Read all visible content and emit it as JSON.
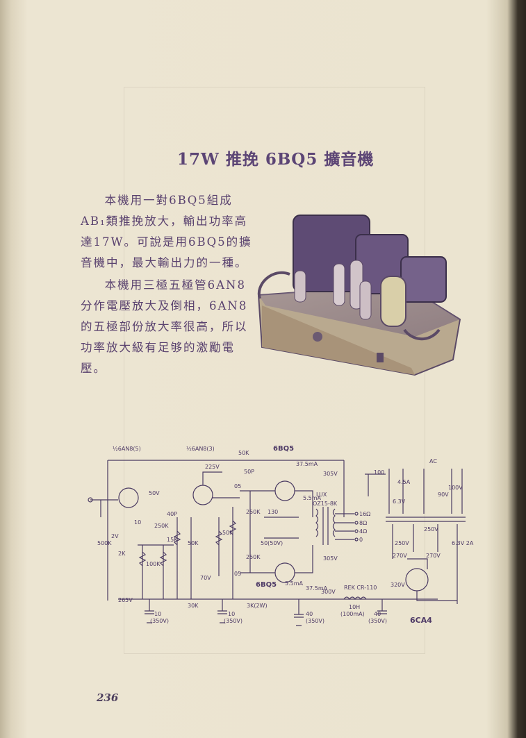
{
  "title": "17W 推挽 6BQ5 擴音機",
  "para1": "本機用一對6BQ5組成AB₁類推挽放大，輸出功率高達17W。可說是用6BQ5的擴音機中，最大輸出力的一種。",
  "para2": "本機用三極五極管6AN8分作電壓放大及倒相，6AN8的五極部份放大率很高，所以功率放大級有足够的激勵電壓。",
  "schematic": {
    "tube1": "½6AN8(5)",
    "tube2": "½6AN8(3)",
    "tube3_top": "6BQ5",
    "tube3_bot": "6BQ5",
    "rectifier": "6CA4",
    "r_50k_top": "50K",
    "c_50p": "50P",
    "v_225": "225V",
    "i_37_5": "37.5mA",
    "v_305": "305V",
    "lux": "LUX",
    "ot": "OZ15-8K",
    "tap16": "16Ω",
    "tap8": "8Ω",
    "tap4": "4Ω",
    "tap0": "0",
    "v_305b": "305V",
    "c_05a": "05",
    "c_05b": "05",
    "r_250k_a": "250K",
    "r_250k_b": "250K",
    "r_130": "130",
    "c_50_50v": "50(50V)",
    "i_5_5a": "5.5mA",
    "i_5_5b": "5.5mA",
    "i_37_5b": "37.5mA",
    "v_300": "300V",
    "rek": "REK CR-110",
    "choke": "10H",
    "choke_i": "(100mA)",
    "v_320": "320V",
    "c_40a": "40",
    "c_40a_v": "(350V)",
    "c_40b": "40",
    "c_40b_v": "(350V)",
    "v_265": "265V",
    "r_30k": "30K",
    "r_3k": "3K(2W)",
    "c_10a": "10",
    "c_10a_v": "(350V)",
    "c_10b": "10",
    "c_10b_v": "(350V)",
    "r_500k": "500K",
    "r_2k": "2K",
    "r_100k": "100K",
    "r_250k_c": "250K",
    "c_40p": "40P",
    "r_15k": "15K",
    "r_50k_a": "50K",
    "r_50k_b": "50K",
    "v_2": "2V",
    "v_50": "50V",
    "v_70": "70V",
    "c_10s": "10",
    "pot_100": "100",
    "f_45a": "4.5A",
    "v_6_3": "6.3V",
    "v_250a": "250V",
    "v_250b": "250V",
    "v_6_3_2a": "6.3V 2A",
    "v_270a": "270V",
    "v_270b": "270V",
    "ac": "AC",
    "v_90": "90V",
    "v_100": "100V"
  },
  "page_number": "236"
}
